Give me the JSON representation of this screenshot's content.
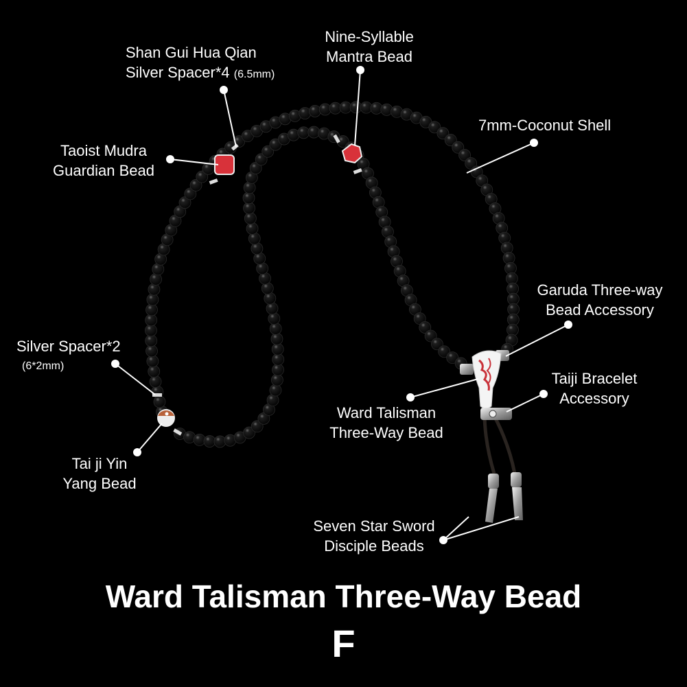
{
  "product": {
    "title": "Ward Talisman Three-Way Bead",
    "variant": "F"
  },
  "labels": {
    "shan_gui": {
      "line1": "Shan Gui Hua Qian",
      "line2": "Silver Spacer*4",
      "note": "(6.5mm)"
    },
    "nine_syllable": {
      "line1": "Nine-Syllable",
      "line2": "Mantra Bead"
    },
    "coconut": {
      "line1": "7mm-Coconut Shell"
    },
    "taoist": {
      "line1": "Taoist Mudra",
      "line2": "Guardian Bead"
    },
    "garuda": {
      "line1": "Garuda Three-way",
      "line2": "Bead Accessory"
    },
    "silver_spacer2": {
      "line1": "Silver Spacer*2",
      "note": "(6*2mm)"
    },
    "taiji_bracelet": {
      "line1": "Taiji Bracelet",
      "line2": "Accessory"
    },
    "ward_talisman": {
      "line1": "Ward Talisman",
      "line2": "Three-Way Bead"
    },
    "taiji_yinyang": {
      "line1": "Tai ji Yin",
      "line2": "Yang Bead"
    },
    "seven_star": {
      "line1": "Seven Star Sword",
      "line2": "Disciple Beads"
    }
  },
  "colors": {
    "background": "#000000",
    "text": "#ffffff",
    "bead": "#0d0d0d",
    "accent_red": "#d8323a",
    "silver": "#c9c9c9"
  }
}
